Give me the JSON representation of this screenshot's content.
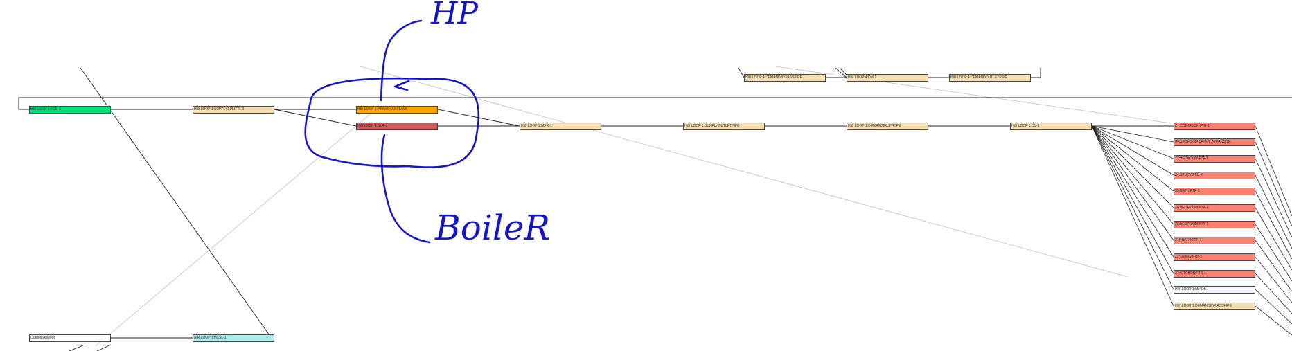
{
  "nodes": {
    "hw_fcs": {
      "label": "HW LOOP 1:FCS-1",
      "color": "#00e07a"
    },
    "hw_supplysplitter": {
      "label": "HW LOOP 1:SUPPLYSPLITTER",
      "color": "#f5deb3"
    },
    "hw_hpamplanttank": {
      "label": "HW LOOP 1:HPAMPLANTTANK",
      "color": "#ffa500"
    },
    "hw_blr": {
      "label": "HW LOOP 1:BLR-1",
      "color": "#cd5c5c"
    },
    "hw_mxr": {
      "label": "HW LOOP 1:MXR-1",
      "color": "#f5deb3"
    },
    "hw_supplyoutletpipe": {
      "label": "HW LOOP 1:SUPPLYOUTLETPIPE",
      "color": "#f5deb3"
    },
    "hw_demandinletpipe": {
      "label": "HW LOOP 1:DEMANDINLETPIPE",
      "color": "#f5deb3"
    },
    "hw_ds": {
      "label": "HW LOOP 1:DS-1",
      "color": "#f5deb3"
    },
    "hw4_demandbypasspipe": {
      "label": "HW LOOP 4:DEMANDBYPASSPIPE",
      "color": "#f5deb3"
    },
    "hw4_dm": {
      "label": "HW LOOP 4:DM-1",
      "color": "#f5deb3"
    },
    "hw4_demandoutletpipe": {
      "label": "HW LOOP 4:DEMANDOUTLETPIPE",
      "color": "#f5deb3"
    },
    "z1_corridor": {
      "label": "Z1:CORRIDOR:FTR-1",
      "color": "#fa8072"
    },
    "z6_bedroom": {
      "label": "Z6:BEDROOM:1AYA-1:Z6:FANCOIL",
      "color": "#fa8072"
    },
    "z7_bedroom": {
      "label": "Z7:BEDROOM:FTR-1",
      "color": "#fa8072"
    },
    "z4_study": {
      "label": "Z4:STUDY:FTR-1",
      "color": "#fa8072"
    },
    "z5_bath": {
      "label": "Z5:BATH:FTR-1",
      "color": "#fa8072"
    },
    "z6_bedroom_ftr": {
      "label": "Z6:BEDROOM:FTR-1",
      "color": "#fa8072"
    },
    "z8_bedroom": {
      "label": "Z8:BEDROOM:FTR-1",
      "color": "#fa8072"
    },
    "z10_bath": {
      "label": "Z10:BATH:FTR-1",
      "color": "#fa8072"
    },
    "z2_living": {
      "label": "Z2:LIVING:FTR-1",
      "color": "#fa8072"
    },
    "z3_kitchen": {
      "label": "Z3:KITCHEN:FTR-1",
      "color": "#fa8072"
    },
    "hw_mvsh": {
      "label": "HW LOOP 1:MVSH-1",
      "color": "#f0f6fb"
    },
    "hw_demandbypasspipe": {
      "label": "HW LOOP 1:DEMANDBYPASSPIPE",
      "color": "#f5deb3"
    },
    "outdoor_air_node": {
      "label": "OutdoorAirNode",
      "color": "#ffffff"
    },
    "air_hxsl": {
      "label": "AIR LOOP 1:HXSL-1",
      "color": "#b2ecea"
    }
  },
  "annotations": {
    "hp": "HP",
    "boiler": "BoileR",
    "ink_color": "#1515cc"
  }
}
